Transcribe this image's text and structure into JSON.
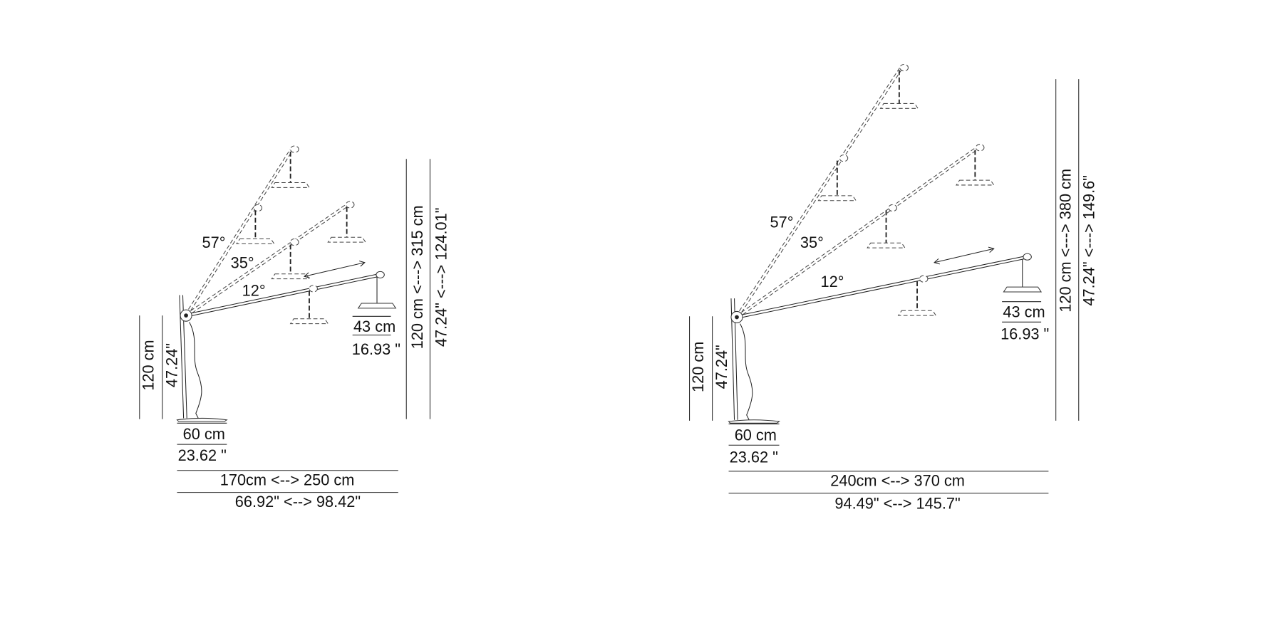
{
  "figures": [
    {
      "angles": [
        "57°",
        "35°",
        "12°"
      ],
      "shade_cm": "43 cm",
      "shade_in": "16.93 \"",
      "height_cm": "120 cm",
      "height_in": "47.24\"",
      "max_height_cm": "120 cm <---> 315 cm",
      "max_height_in": "47.24\" <---> 124.01\"",
      "base_cm": "60 cm",
      "base_in": "23.62 \"",
      "reach_cm": "170cm <-->  250 cm",
      "reach_in": "66.92\"  <-->  98.42\""
    },
    {
      "angles": [
        "57°",
        "35°",
        "12°"
      ],
      "shade_cm": "43 cm",
      "shade_in": "16.93 \"",
      "height_cm": "120 cm",
      "height_in": "47.24\"",
      "max_height_cm": "120 cm <---> 380 cm",
      "max_height_in": "47.24\" <---> 149.6\"",
      "base_cm": "60 cm",
      "base_in": "23.62 \"",
      "reach_cm": "240cm <--> 370 cm",
      "reach_in": "94.49\"  <-->  145.7\""
    }
  ]
}
